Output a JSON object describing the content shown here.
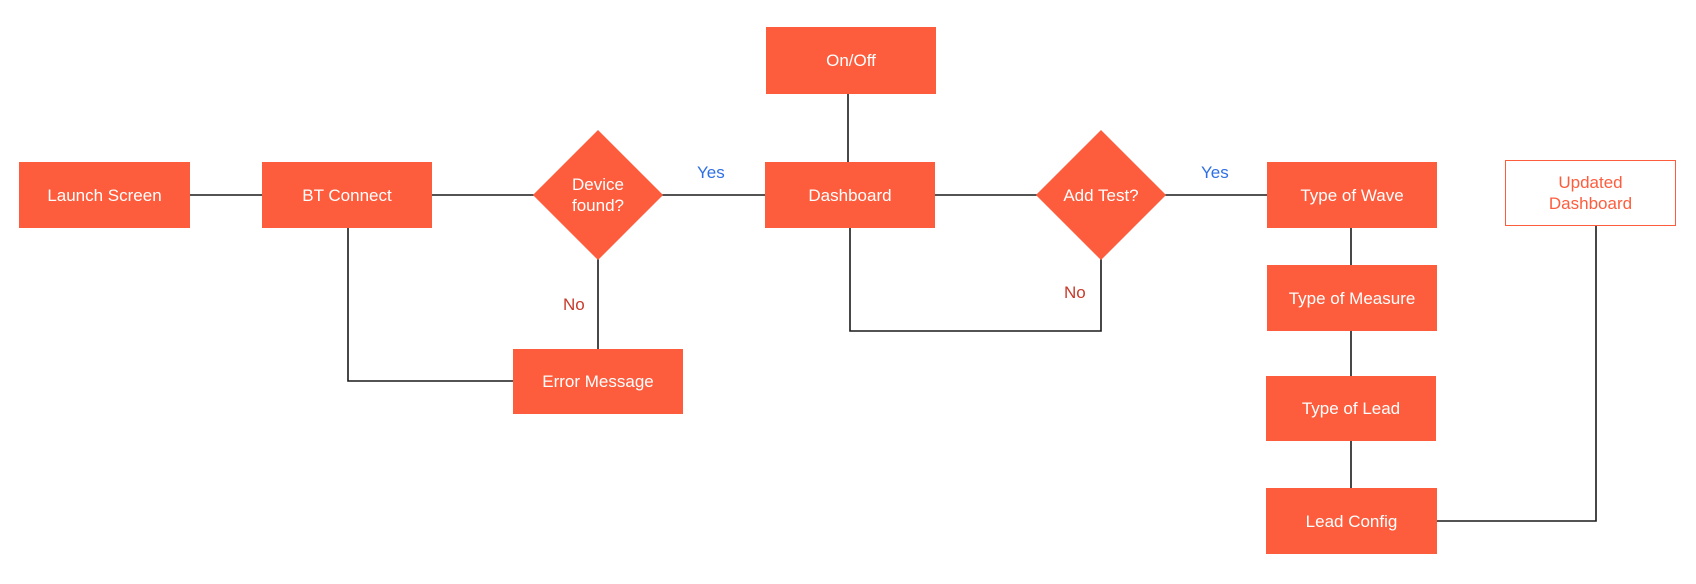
{
  "colors": {
    "node_fill": "#fe5d3d",
    "node_text": "#ffffff",
    "outline_text": "#fe5d3d",
    "connector": "#1a1a1a",
    "yes_label": "#2f6fe4",
    "no_label": "#c83a2a",
    "background": "#ffffff"
  },
  "nodes": {
    "launch_screen": "Launch Screen",
    "bt_connect": "BT Connect",
    "device_found": "Device\nfound?",
    "error_message": "Error Message",
    "on_off": "On/Off",
    "dashboard": "Dashboard",
    "add_test": "Add Test?",
    "type_of_wave": "Type of Wave",
    "type_of_measure": "Type of Measure",
    "type_of_lead": "Type of Lead",
    "lead_config": "Lead Config",
    "updated_dashboard": "Updated\nDashboard"
  },
  "edge_labels": {
    "device_found_yes": "Yes",
    "device_found_no": "No",
    "add_test_yes": "Yes",
    "add_test_no": "No"
  }
}
